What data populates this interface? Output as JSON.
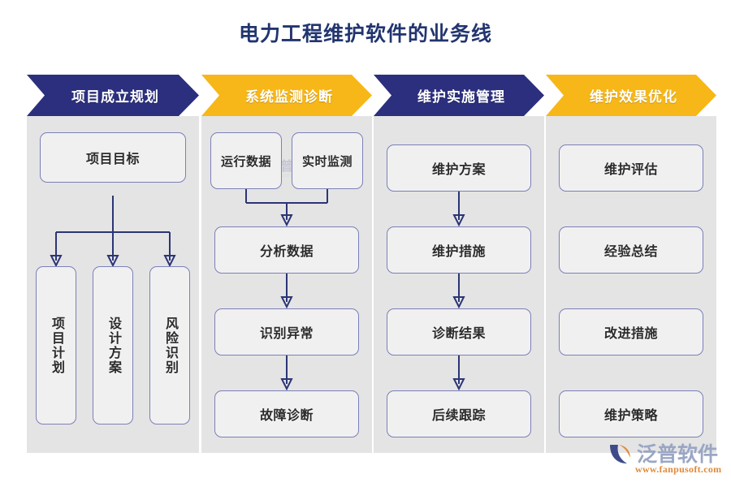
{
  "page": {
    "title": "电力工程维护软件的业务线",
    "title_color": "#22356f",
    "background": "#ffffff"
  },
  "theme": {
    "navy": "#2b2f7e",
    "amber": "#f7b718",
    "panel_gray": "#e4e4e4",
    "node_fill": "#f0f0f0",
    "node_border": "#7b80b8",
    "connector": "#2b3576"
  },
  "columns": [
    {
      "id": "project-setup-planning",
      "header": "项目成立规划",
      "header_color": "#2b2f7e",
      "header_text_color": "#ffffff",
      "layout": "branch",
      "nodes": [
        {
          "id": "project-goal",
          "label": "项目目标",
          "orientation": "horizontal"
        },
        {
          "id": "project-plan",
          "label": "项目计划",
          "orientation": "vertical"
        },
        {
          "id": "design-scheme",
          "label": "设计方案",
          "orientation": "vertical"
        },
        {
          "id": "risk-identify",
          "label": "风险识别",
          "orientation": "vertical"
        }
      ]
    },
    {
      "id": "system-monitoring-diagnosis",
      "header": "系统监测诊断",
      "header_color": "#f7b718",
      "header_text_color": "#ffffff",
      "layout": "merge",
      "nodes": [
        {
          "id": "operation-data",
          "label": "运行数据",
          "orientation": "horizontal"
        },
        {
          "id": "realtime-monitor",
          "label": "实时监测",
          "orientation": "horizontal"
        },
        {
          "id": "analyze-data",
          "label": "分析数据",
          "orientation": "horizontal"
        },
        {
          "id": "identify-anomaly",
          "label": "识别异常",
          "orientation": "horizontal"
        },
        {
          "id": "fault-diagnosis",
          "label": "故障诊断",
          "orientation": "horizontal"
        }
      ]
    },
    {
      "id": "maintenance-implementation",
      "header": "维护实施管理",
      "header_color": "#2b2f7e",
      "header_text_color": "#ffffff",
      "layout": "chain",
      "nodes": [
        {
          "id": "maintenance-plan",
          "label": "维护方案",
          "orientation": "horizontal"
        },
        {
          "id": "maintenance-measures",
          "label": "维护措施",
          "orientation": "horizontal"
        },
        {
          "id": "diagnosis-result",
          "label": "诊断结果",
          "orientation": "horizontal"
        },
        {
          "id": "follow-up-tracking",
          "label": "后续跟踪",
          "orientation": "horizontal"
        }
      ]
    },
    {
      "id": "maintenance-effect-optimization",
      "header": "维护效果优化",
      "header_color": "#f7b718",
      "header_text_color": "#ffffff",
      "layout": "list",
      "nodes": [
        {
          "id": "maintenance-evaluation",
          "label": "维护评估",
          "orientation": "horizontal"
        },
        {
          "id": "experience-summary",
          "label": "经验总结",
          "orientation": "horizontal"
        },
        {
          "id": "improvement-measures",
          "label": "改进措施",
          "orientation": "horizontal"
        },
        {
          "id": "maintenance-strategy",
          "label": "维护策略",
          "orientation": "horizontal"
        }
      ]
    }
  ],
  "brand": {
    "name": "泛普软件",
    "url": "www.fanpusoft.com",
    "name_color": "#9aa6c4",
    "url_color": "#e08a3c"
  }
}
